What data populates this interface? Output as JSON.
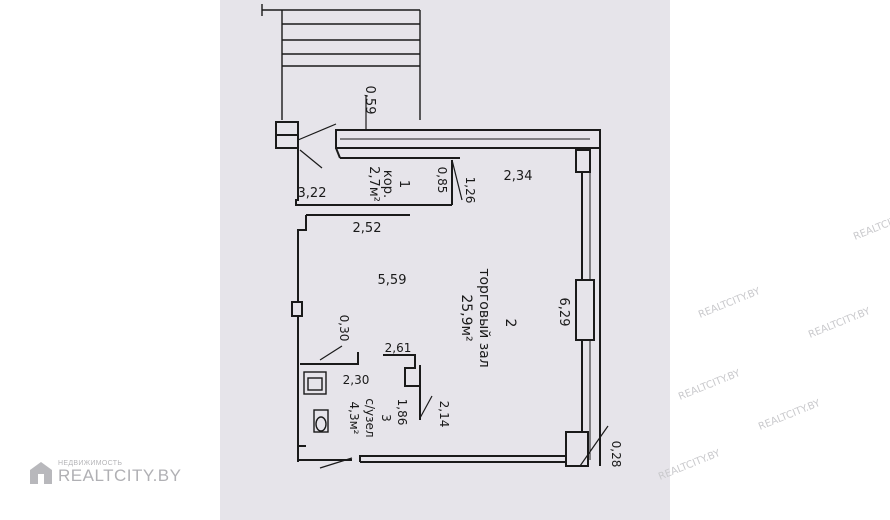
{
  "floorplan": {
    "rooms": {
      "corridor": {
        "number": "1",
        "name": "кор.",
        "area": "2,7м²"
      },
      "sales_hall": {
        "number": "2",
        "name": "торговый зал",
        "area": "25,9м²"
      },
      "bathroom": {
        "number": "3",
        "name": "с/узел",
        "area": "4,3м²"
      }
    },
    "dimensions": {
      "d_059": "0,59",
      "d_322": "3,22",
      "d_085": "0,85",
      "d_126": "1,26",
      "d_234": "2,34",
      "d_252": "2,52",
      "d_559": "5,59",
      "d_629": "6,29",
      "d_030": "0,30",
      "d_261": "2,61",
      "d_230": "2,30",
      "d_186": "1,86",
      "d_214": "2,14",
      "d_028": "0,28"
    }
  },
  "watermark": {
    "small_text": "НЕДВИЖИМОСТЬ",
    "brand_text": "REALTCITY.BY",
    "repeat_text": "REALTCITY.BY"
  },
  "colors": {
    "paper": "#e6e4ea",
    "ink": "#1a1a1a",
    "watermark": "#c9c9cc"
  }
}
